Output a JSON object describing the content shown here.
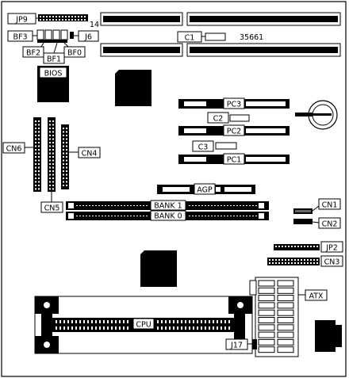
{
  "labels": {
    "jp9": "JP9",
    "pin14": "14",
    "bf3": "BF3",
    "j6": "J6",
    "bf2": "BF2",
    "bf1": "BF1",
    "bf0": "BF0",
    "bios": "BIOS",
    "c1": "C1",
    "code": "35661",
    "pc3": "PC3",
    "c2": "C2",
    "pc2": "PC2",
    "c3": "C3",
    "pc1": "PC1",
    "cn6": "CN6",
    "cn4": "CN4",
    "cn5": "CN5",
    "agp": "AGP",
    "bank1": "BANK 1",
    "bank0": "BANK 0",
    "cn1": "CN1",
    "cn2": "CN2",
    "jp2": "JP2",
    "cn3": "CN3",
    "atx": "ATX",
    "cpu": "CPU",
    "j17": "J17"
  }
}
